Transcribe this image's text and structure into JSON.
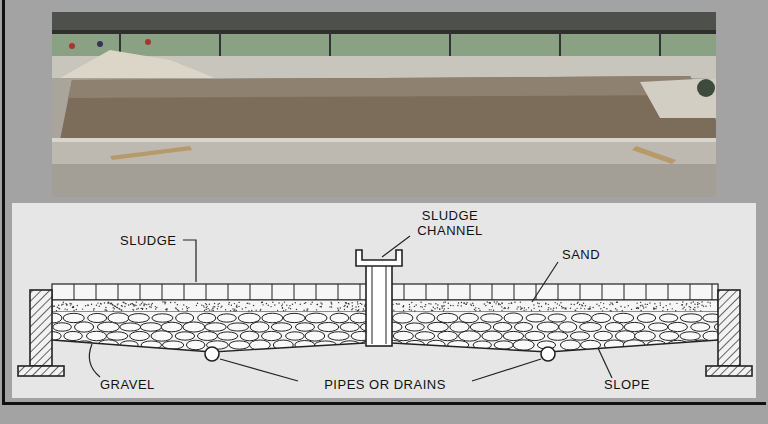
{
  "diagram": {
    "labels": [
      "SLUDGE",
      "SLUDGE CHANNEL",
      "SAND",
      "GRAVEL",
      "PIPES OR DRAINS",
      "SLOPE"
    ]
  }
}
